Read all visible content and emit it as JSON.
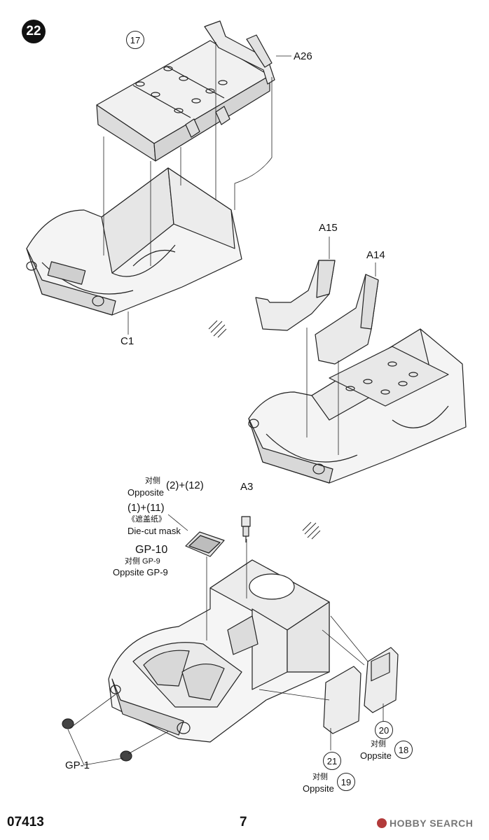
{
  "step": {
    "number": "22"
  },
  "callouts": {
    "c17": "17",
    "c20": "20",
    "c18": "18",
    "c21": "21",
    "c19": "19"
  },
  "parts": {
    "a26": "A26",
    "c1": "C1",
    "a15": "A15",
    "a14": "A14",
    "a3": "A3",
    "gp1": "GP-1"
  },
  "notes": {
    "opp_212_cn": "对侧",
    "opp_212_en": "Opposite",
    "opp_212_parts": "(2)+(12)",
    "mask_parts": "(1)+(11)",
    "mask_cn": "《遮盖纸》",
    "mask_en": "Die-cut mask",
    "gp10": "GP-10",
    "gp9_cn": "对侧 GP-9",
    "gp9_en": "Oppsite GP-9",
    "d20_cn": "对侧",
    "d20_en": "Oppsite",
    "d21_cn": "对侧",
    "d21_en": "Oppsite"
  },
  "footer": {
    "code": "07413",
    "page": "7",
    "watermark": "HOBBY SEARCH"
  }
}
